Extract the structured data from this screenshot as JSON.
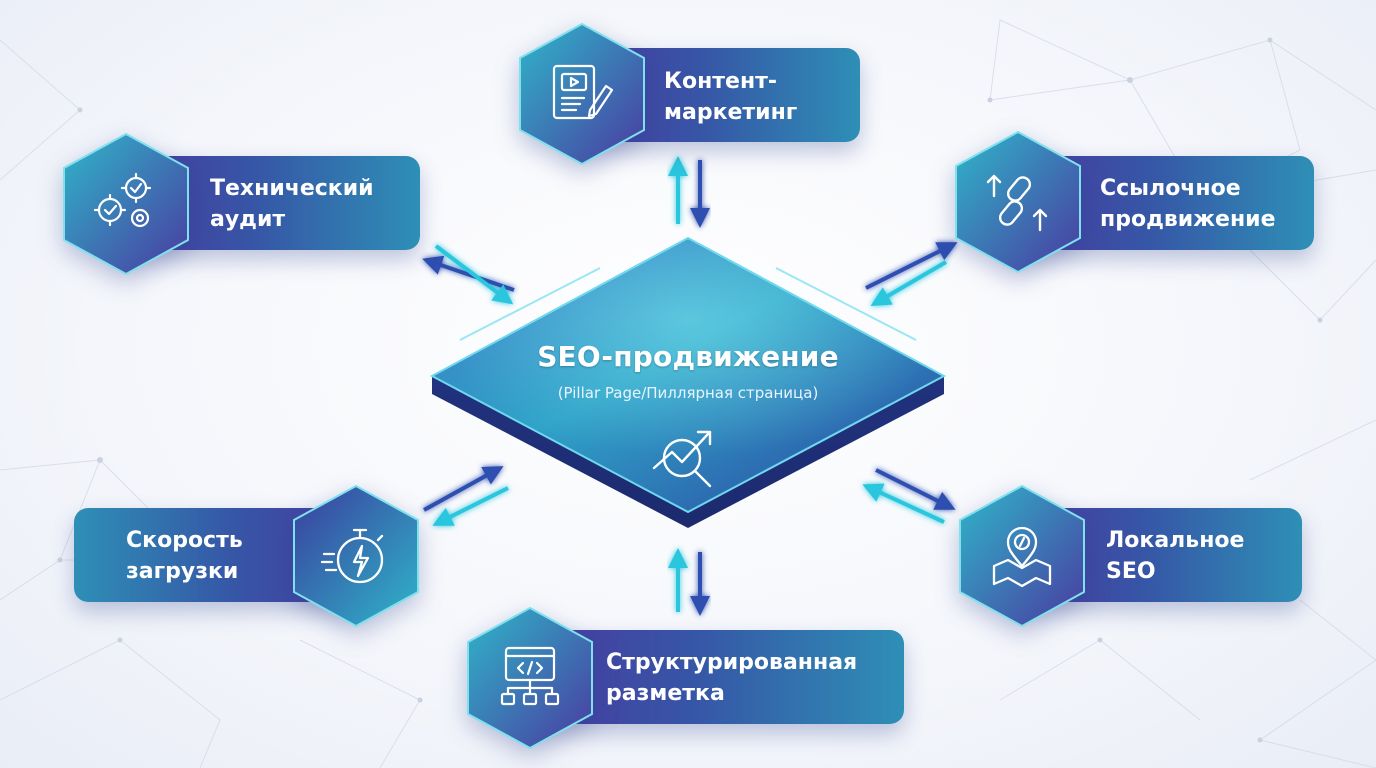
{
  "center": {
    "title": "SEO-продвижение",
    "subtitle": "(Pillar Page/Пиллярная страница)",
    "icon": "growth-chart-magnifier-icon"
  },
  "nodes": [
    {
      "id": "content",
      "line1": "Контент-",
      "line2": "маркетинг",
      "icon": "document-video-pencil-icon"
    },
    {
      "id": "tech",
      "line1": "Технический",
      "line2": "аудит",
      "icon": "gears-check-icon"
    },
    {
      "id": "links",
      "line1": "Ссылочное",
      "line2": "продвижение",
      "icon": "chain-link-arrows-icon"
    },
    {
      "id": "speed",
      "line1": "Скорость",
      "line2": "загрузки",
      "icon": "stopwatch-lightning-icon"
    },
    {
      "id": "local",
      "line1": "Локальное",
      "line2": "SEO",
      "icon": "map-pin-compass-icon"
    },
    {
      "id": "schema",
      "line1": "Структурированная",
      "line2": "разметка",
      "icon": "code-window-sitemap-icon"
    }
  ],
  "colors": {
    "teal": "#2ec4d6",
    "blue": "#3656a6",
    "violet": "#4a3aa0",
    "arrow_glow": "#34d6e8",
    "arrow_dark": "#2d4fb0"
  }
}
